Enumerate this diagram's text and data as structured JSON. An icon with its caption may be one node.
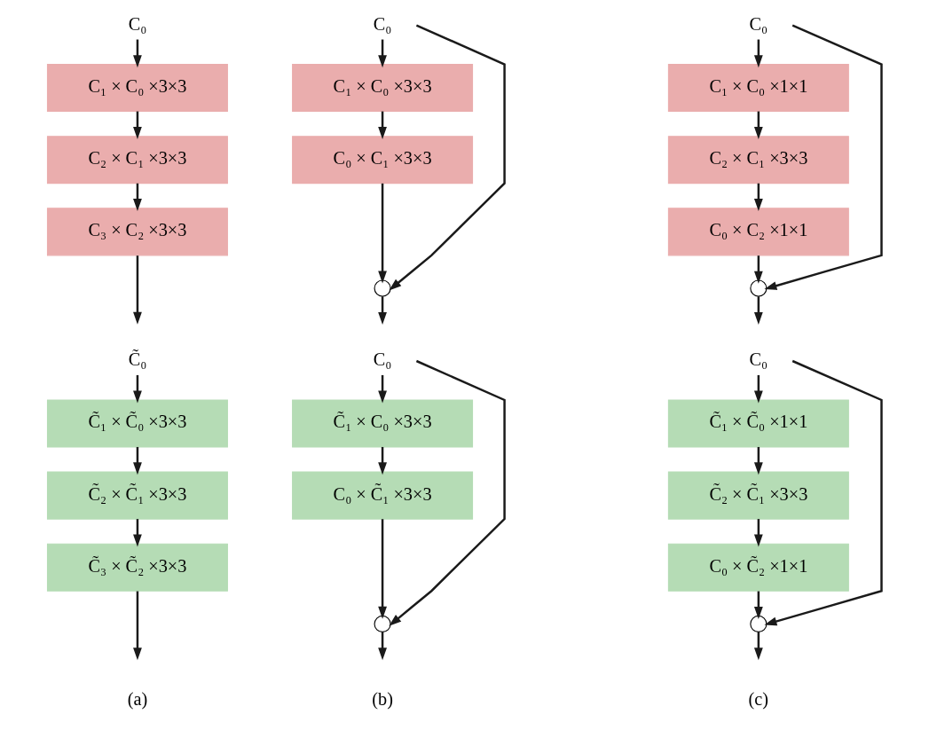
{
  "diagram": {
    "nodes": [
      {
        "text": [
          "C₀"
        ]
      },
      {
        "text": [
          "C₁ × C₀ ×3×3"
        ]
      },
      {
        "text": [
          "C₂ × C₁ ×3×3"
        ]
      },
      {
        "text": [
          "C₃ × C₂ ×3×3"
        ]
      },
      {
        "text": [
          "C₀"
        ]
      },
      {
        "text": [
          "C₁ × C₀ ×3×3"
        ]
      },
      {
        "text": [
          "C₀ × C₁ ×3×3"
        ]
      },
      {
        "text": [],
        "shape": "circle"
      },
      {
        "text": [
          "C₀"
        ]
      },
      {
        "text": [
          "C₁ × C₀ ×1×1"
        ]
      },
      {
        "text": [
          "C₂ × C₁ ×3×3"
        ]
      },
      {
        "text": [
          "C₀ × C₂ ×1×1"
        ]
      },
      {
        "text": [],
        "shape": "circle"
      },
      {
        "text": [
          "C̃₀"
        ]
      },
      {
        "text": [
          "C̃₁ × C̃₀ ×3×3"
        ]
      },
      {
        "text": [
          "C̃₂ × C̃₁ ×3×3"
        ]
      },
      {
        "text": [
          "C̃₃ × C̃₂ ×3×3"
        ]
      },
      {
        "text": [
          "C₀"
        ]
      },
      {
        "text": [
          "C̃₁ × C₀ ×3×3"
        ]
      },
      {
        "text": [
          "C₀ × C̃₁ ×3×3"
        ]
      },
      {
        "text": [],
        "shape": "circle"
      },
      {
        "text": [
          "C₀"
        ]
      },
      {
        "text": [
          "C̃₁ × C̃₀ ×1×1"
        ]
      },
      {
        "text": [
          "C̃₂ × C̃₁ ×3×3"
        ]
      },
      {
        "text": [
          "C₀ × C̃₂ ×1×1"
        ]
      },
      {
        "text": [],
        "shape": "circle"
      }
    ],
    "edges": [
      {
        "from": 0,
        "to": 1,
        "arrow": "to"
      },
      {
        "from": 1,
        "to": 2,
        "arrow": "to"
      },
      {
        "from": 2,
        "to": 3,
        "arrow": "to"
      },
      {
        "from": 3,
        "to": null,
        "arrow": "to"
      },
      {
        "from": 4,
        "to": 5,
        "arrow": "to"
      },
      {
        "from": 5,
        "to": 6,
        "arrow": "to"
      },
      {
        "from": 6,
        "to": 7,
        "arrow": "to"
      },
      {
        "from": 4,
        "to": 7,
        "arrow": "to"
      },
      {
        "from": 7,
        "to": null,
        "arrow": "to"
      },
      {
        "from": 8,
        "to": 9,
        "arrow": "to"
      },
      {
        "from": 9,
        "to": 10,
        "arrow": "to"
      },
      {
        "from": 10,
        "to": 11,
        "arrow": "to"
      },
      {
        "from": 11,
        "to": 12,
        "arrow": "to"
      },
      {
        "from": 8,
        "to": 12,
        "arrow": "to"
      },
      {
        "from": 12,
        "to": null,
        "arrow": "to"
      },
      {
        "from": 13,
        "to": 14,
        "arrow": "to"
      },
      {
        "from": 14,
        "to": 15,
        "arrow": "to"
      },
      {
        "from": 15,
        "to": 16,
        "arrow": "to"
      },
      {
        "from": 16,
        "to": null,
        "arrow": "to"
      },
      {
        "from": 17,
        "to": 18,
        "arrow": "to"
      },
      {
        "from": 18,
        "to": 19,
        "arrow": "to"
      },
      {
        "from": 19,
        "to": 20,
        "arrow": "to"
      },
      {
        "from": 17,
        "to": 20,
        "arrow": "to"
      },
      {
        "from": 20,
        "to": null,
        "arrow": "to"
      },
      {
        "from": 21,
        "to": 22,
        "arrow": "to"
      },
      {
        "from": 22,
        "to": 23,
        "arrow": "to"
      },
      {
        "from": 23,
        "to": 24,
        "arrow": "to"
      },
      {
        "from": 21,
        "to": 25,
        "arrow": "to"
      },
      {
        "from": 24,
        "to": 25,
        "arrow": "to"
      },
      {
        "from": 25,
        "to": null,
        "arrow": "to"
      }
    ],
    "labels": [
      "(a)",
      "(b)",
      "(c)"
    ]
  }
}
